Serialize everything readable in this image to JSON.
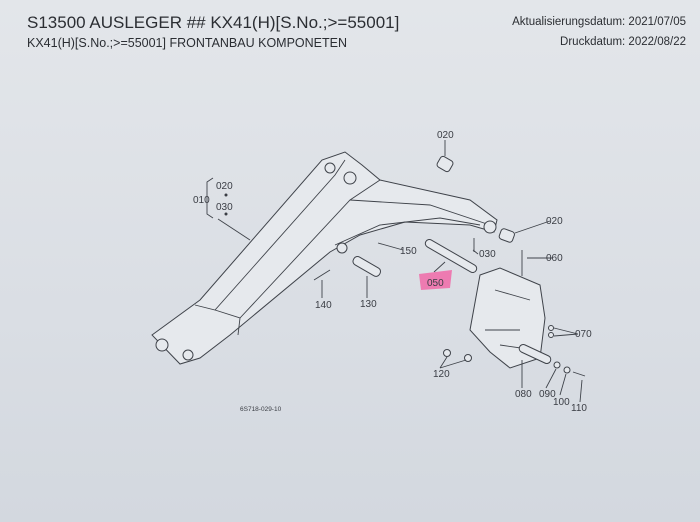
{
  "header": {
    "title": "S13500 AUSLEGER ## KX41(H)[S.No.;>=55001]",
    "subtitle": "KX41(H)[S.No.;>=55001] FRONTANBAU KOMPONETEN",
    "updated": "Aktualisierungsdatum: 2021/07/05",
    "printed": "Druckdatum: 2022/08/22"
  },
  "diagram": {
    "drawing_code": "6S718-029-10",
    "highlight_color": "#f06aa8",
    "callouts": {
      "c010": "010",
      "c020_group": "020",
      "c030_group": "030",
      "c020_top": "020",
      "c020_right": "020",
      "c030": "030",
      "c050": "050",
      "c060": "060",
      "c070": "070",
      "c080": "080",
      "c090": "090",
      "c100": "100",
      "c110": "110",
      "c120": "120",
      "c130": "130",
      "c140": "140",
      "c150": "150"
    }
  }
}
